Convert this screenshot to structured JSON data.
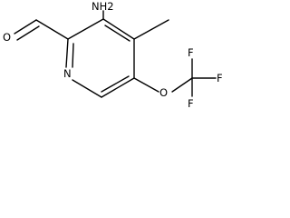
{
  "structure": {
    "atoms": {
      "amino": "NH2",
      "ring_nitrogen": "N",
      "carbonyl_oxygen": "O",
      "ether_oxygen": "O",
      "fluorine_top": "F",
      "fluorine_right": "F",
      "fluorine_bottom": "F"
    }
  }
}
